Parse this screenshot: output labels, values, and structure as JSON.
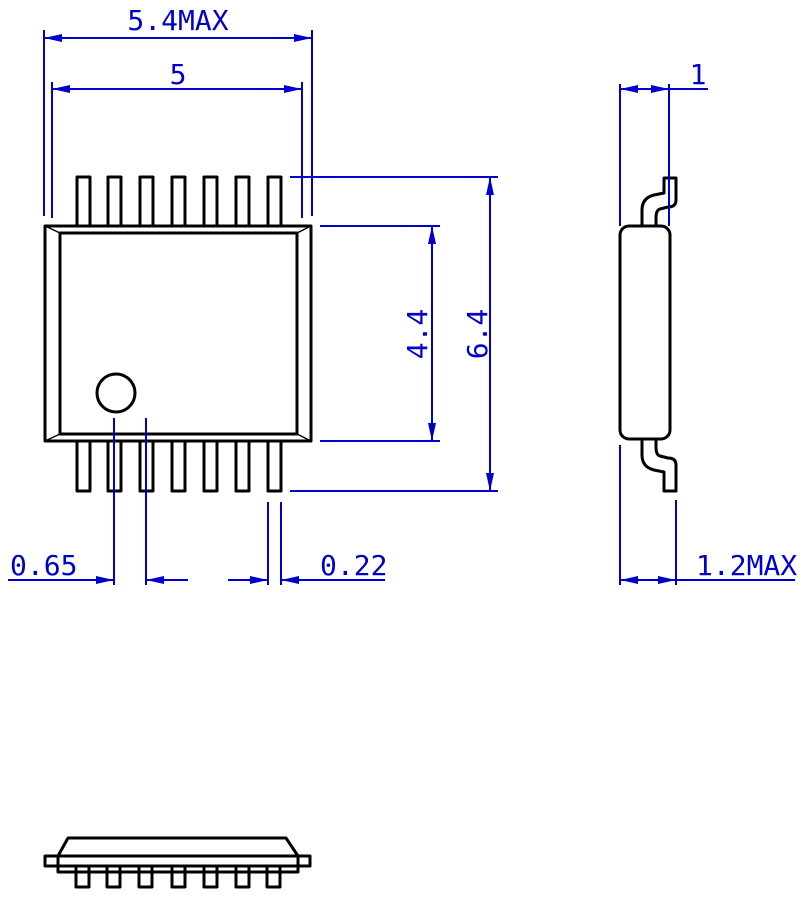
{
  "colors": {
    "outline": "#000000",
    "dimension": "#0000cc",
    "background": "#ffffff"
  },
  "dimensions": {
    "overall_width_max": "5.4MAX",
    "body_width": "5",
    "body_height": "4.4",
    "overall_height": "6.4",
    "lead_pitch": "0.65",
    "lead_width": "0.22",
    "lead_length": "1",
    "package_height_max": "1.2MAX"
  },
  "package": {
    "leads_per_side": 7,
    "pin1_marker": "circle"
  }
}
